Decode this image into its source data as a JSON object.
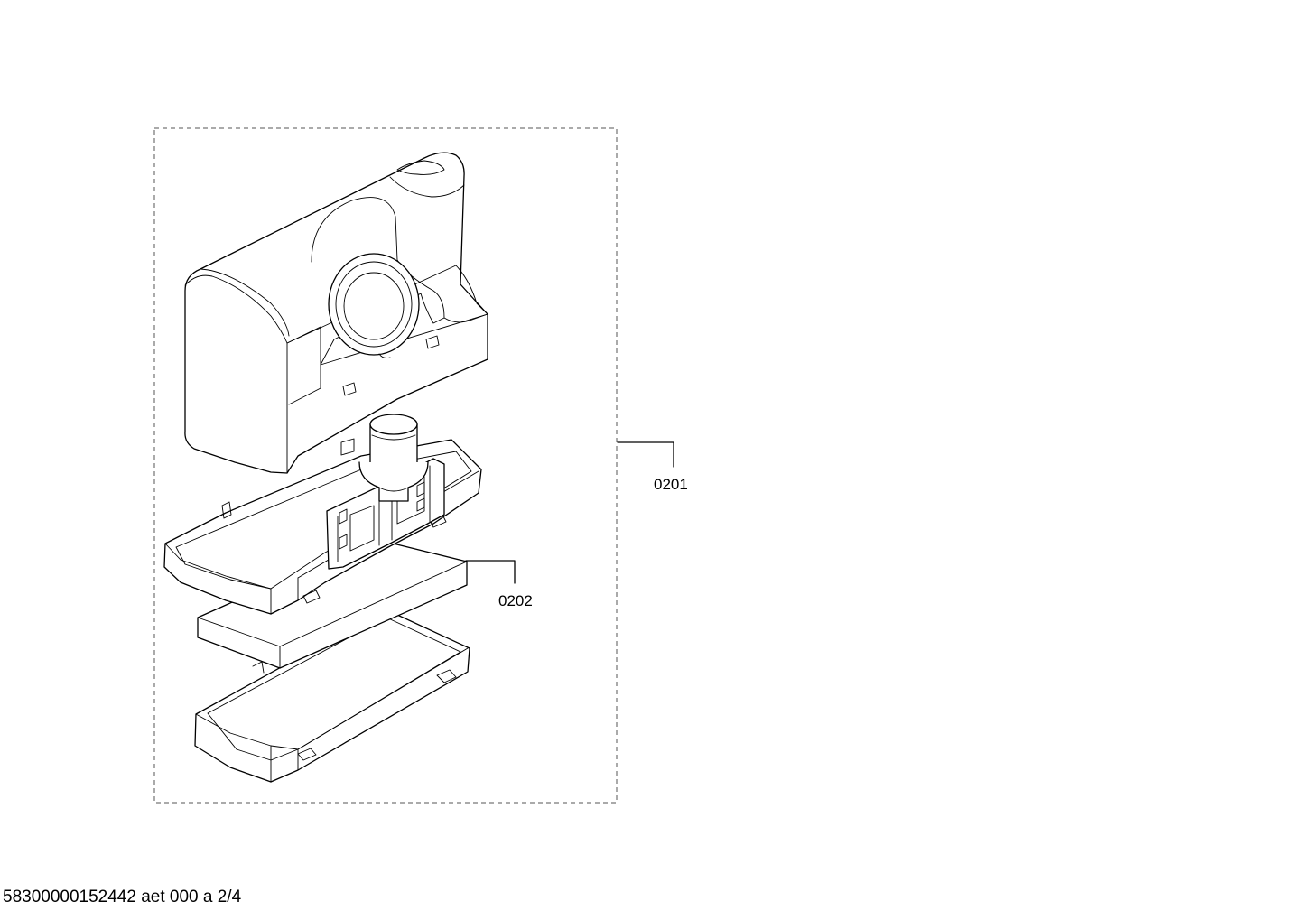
{
  "diagram": {
    "part_labels": [
      {
        "id": "0201"
      },
      {
        "id": "0202"
      }
    ]
  },
  "footer": {
    "text": "58300000152442 aet 000 a 2/4"
  }
}
